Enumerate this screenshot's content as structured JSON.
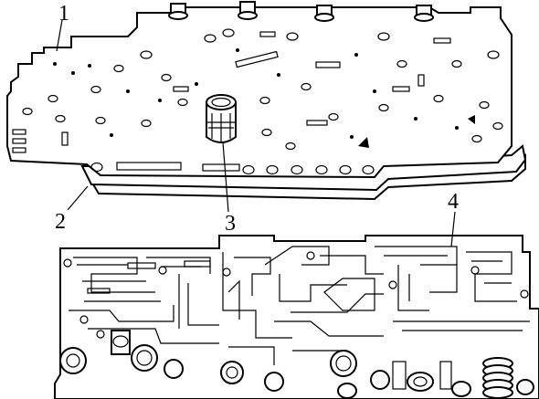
{
  "figure": {
    "callouts": [
      {
        "id": "1",
        "text": "1"
      },
      {
        "id": "2",
        "text": "2"
      },
      {
        "id": "3",
        "text": "3"
      },
      {
        "id": "4",
        "text": "4"
      }
    ],
    "colors": {
      "line": "#000000",
      "background": "#ffffff"
    }
  }
}
